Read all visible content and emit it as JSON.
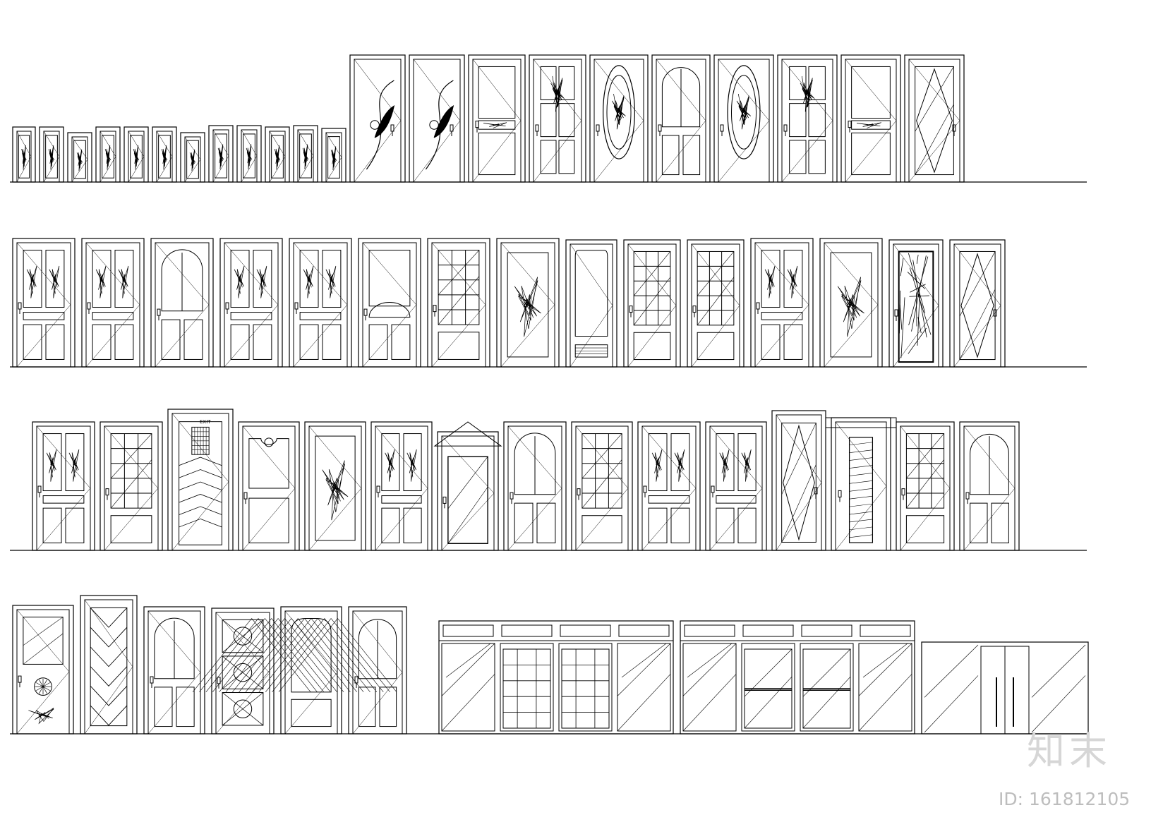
{
  "drawing": {
    "type": "cad-elevation-sheet",
    "subject": "door elevations",
    "line_color": "#000000",
    "background": "#ffffff",
    "rows": [
      {
        "styles": [
          "carved",
          "carved",
          "carved",
          "carved",
          "carved",
          "carved",
          "carved",
          "carved",
          "carved",
          "carved",
          "carved",
          "carved",
          "leaf",
          "leaf",
          "panel",
          "ornate",
          "oval",
          "arch",
          "oval",
          "ornate",
          "panel",
          "diamond"
        ]
      },
      {
        "styles": [
          "glass2",
          "glass2",
          "arch",
          "glass2",
          "glass2",
          "fan",
          "grid",
          "carved",
          "plain",
          "grid",
          "grid",
          "glass2",
          "carved",
          "mosaic",
          "diamond"
        ]
      },
      {
        "styles": [
          "glass2",
          "grid",
          "exit",
          "knocker",
          "carved",
          "glass2",
          "pediment",
          "arch",
          "grid",
          "glass2",
          "glass2",
          "diamond",
          "column",
          "grid",
          "arch"
        ]
      },
      {
        "styles": [
          "rosette",
          "herring",
          "arch",
          "cross",
          "lattice",
          "arch",
          "glass-partition",
          "glass-partition"
        ]
      }
    ]
  },
  "exit_sign": "EXIT",
  "watermark": {
    "logo_text": "知末",
    "id_text": "ID: 161812105",
    "color": "#cfcfcf"
  }
}
